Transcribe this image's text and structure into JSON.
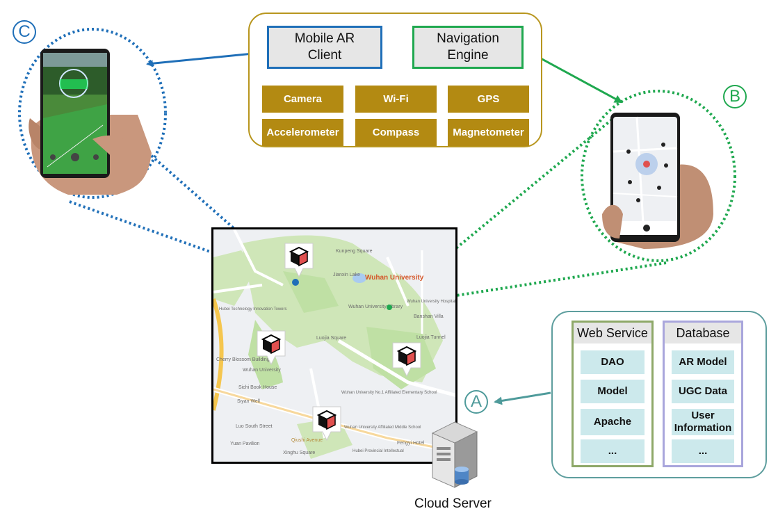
{
  "labels": {
    "a": "A",
    "b": "B",
    "c": "C"
  },
  "client_module": {
    "mobile_ar_client": "Mobile AR\nClient",
    "navigation_engine": "Navigation\nEngine",
    "sensors": [
      "Camera",
      "Wi-Fi",
      "GPS",
      "Accelerometer",
      "Compass",
      "Magnetometer"
    ]
  },
  "server_module": {
    "web_service": {
      "title": "Web Service",
      "items": [
        "DAO",
        "Model",
        "Apache",
        "..."
      ]
    },
    "database": {
      "title": "Database",
      "items": [
        "AR Model",
        "UGC Data",
        "User\nInformation",
        "..."
      ]
    },
    "caption": "Cloud Server"
  },
  "map": {
    "title": "Wuhan University",
    "places": [
      "Kunpeng Square",
      "Jianxin Lake",
      "Wuhan University Library",
      "Luojia Square",
      "Wuhan University",
      "Sichi Book House",
      "Siyan Well",
      "Luo South Street",
      "Yuan Pavilion",
      "Xinghu Square",
      "Wuhan University Hospital",
      "Banshan Villa",
      "Wuhan University No.1 Affiliated Elementary School",
      "Wuhan University Affiliated Middle School",
      "Hubei Provincial Intellectual",
      "Fengyi Hotel",
      "Hubei Technology Innovation Towers",
      "Cherry Blossom Building",
      "Luojia Tunnel",
      "Qiushi Avenue"
    ]
  },
  "colors": {
    "blue": "#1f6fb8",
    "green": "#1fa84f",
    "gold": "#b8961e",
    "teal": "#5e9e9e",
    "ar_red": "#e0504f"
  }
}
